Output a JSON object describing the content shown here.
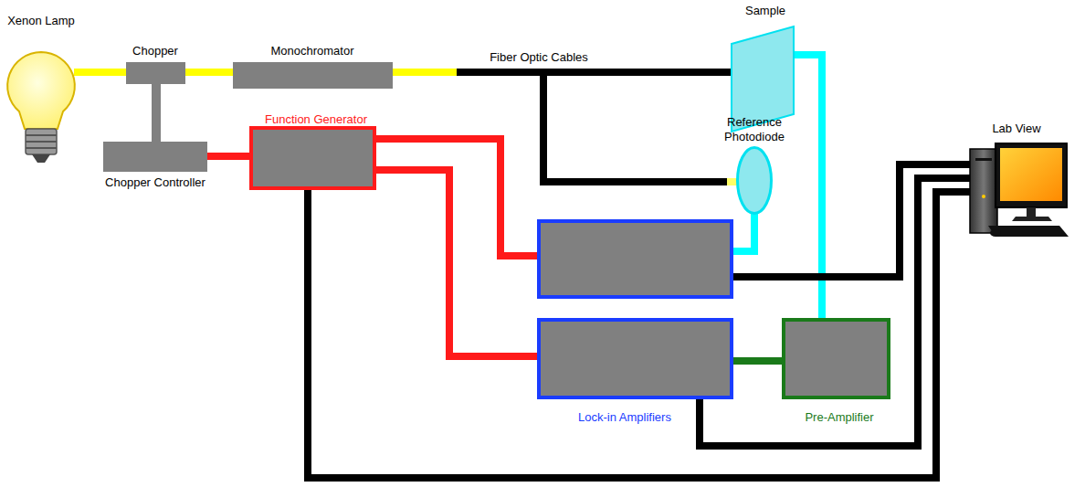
{
  "diagram": {
    "nodes": [
      {
        "text": [
          "Xenon Lamp"
        ]
      },
      {
        "text": [
          "Chopper"
        ]
      },
      {
        "text": [
          "Chopper Controller"
        ]
      },
      {
        "text": [
          "Monochromator"
        ]
      },
      {
        "text": [
          "Function Generator"
        ]
      },
      {
        "text": [
          "Sample"
        ]
      },
      {
        "text": [
          "Reference Photodiode"
        ]
      },
      {
        "text": [
          "Lab View"
        ]
      },
      {
        "text": []
      },
      {
        "text": [
          "Lock-in Amplifiers"
        ]
      },
      {
        "text": [
          "Pre-Amplifier"
        ]
      }
    ],
    "edges": [
      {
        "from": 0,
        "to": 1,
        "arrow": "none"
      },
      {
        "from": 1,
        "to": 3,
        "arrow": "none"
      },
      {
        "from": 1,
        "to": 2,
        "arrow": "none"
      },
      {
        "from": 2,
        "to": 4,
        "arrow": "none"
      },
      {
        "from": 3,
        "to": 5,
        "arrow": "none"
      },
      {
        "from": 3,
        "to": 6,
        "arrow": "none"
      },
      {
        "from": 4,
        "to": 8,
        "arrow": "none"
      },
      {
        "from": 4,
        "to": 9,
        "arrow": "none"
      },
      {
        "from": 4,
        "to": 7,
        "arrow": "none"
      },
      {
        "from": 6,
        "to": 8,
        "arrow": "none"
      },
      {
        "from": 5,
        "to": 10,
        "arrow": "none"
      },
      {
        "from": 10,
        "to": 9,
        "arrow": "none"
      },
      {
        "from": 8,
        "to": 7,
        "arrow": "none"
      },
      {
        "from": 9,
        "to": 7,
        "arrow": "none"
      }
    ],
    "labels": [
      "Fiber Optic Cables"
    ]
  }
}
